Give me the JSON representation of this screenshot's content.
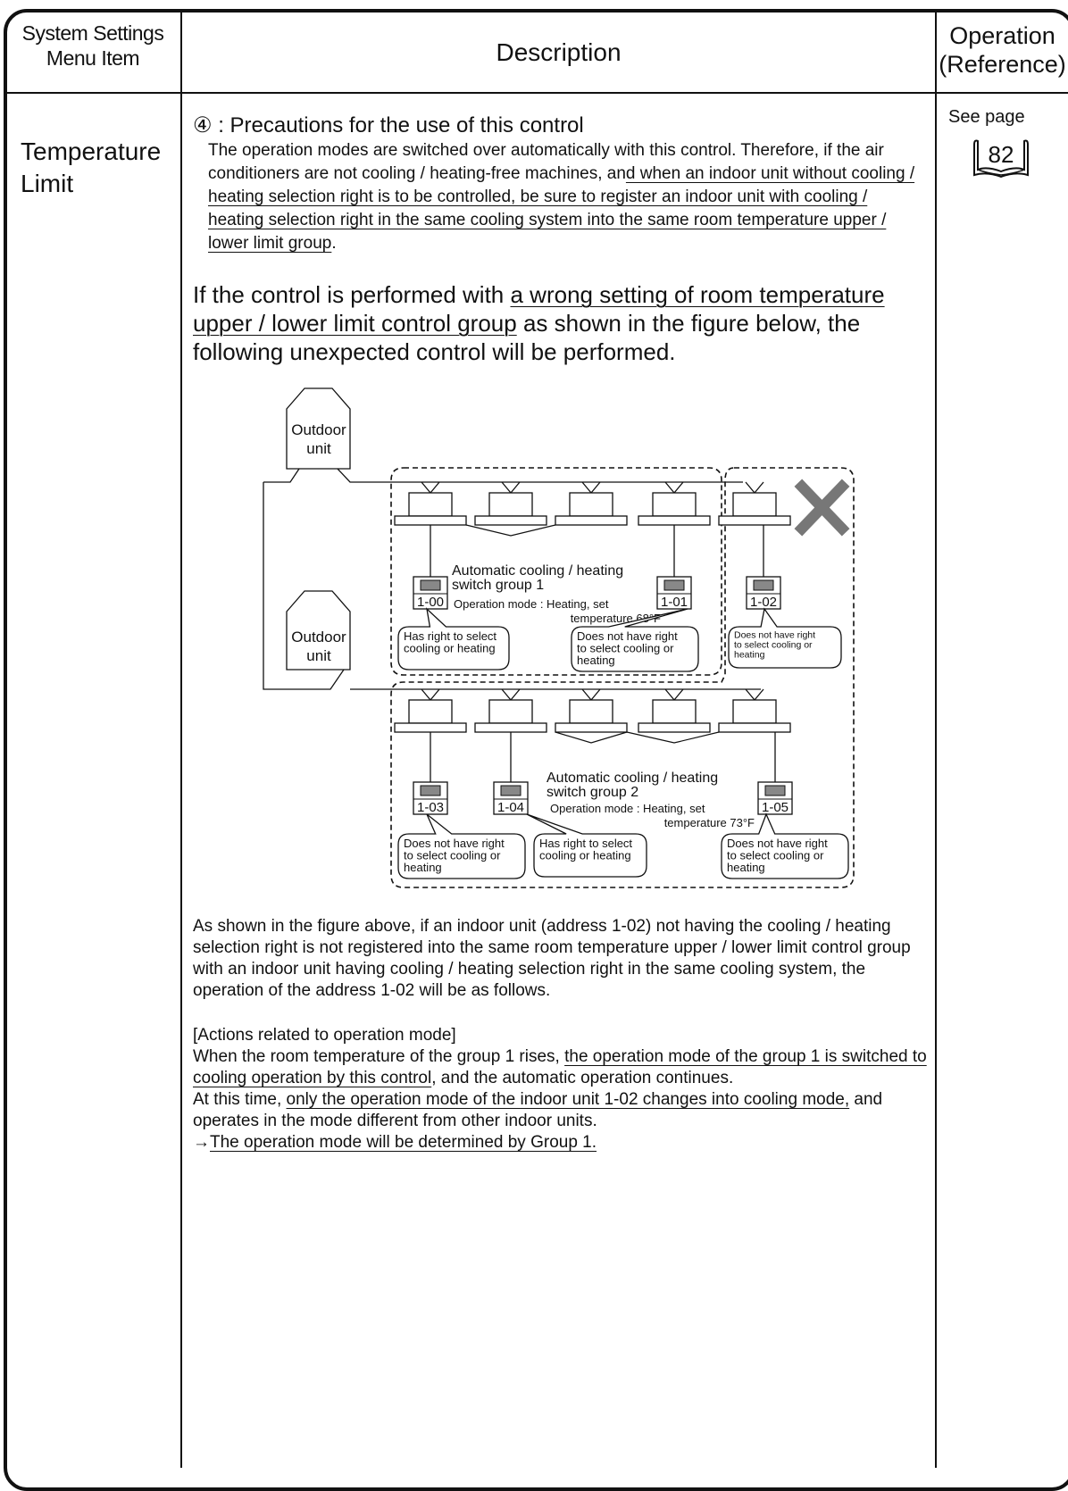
{
  "header": {
    "col1": [
      "System Settings",
      "Menu Item"
    ],
    "col2": "Description",
    "col3": [
      "Operation",
      "(Reference)"
    ]
  },
  "menu_item": [
    "Temperature",
    "Limit"
  ],
  "reference": {
    "label": "See page",
    "page": "82"
  },
  "section": {
    "marker": "④",
    "heading": ": Precautions for the use of this control",
    "para1": {
      "plain": "The operation modes are switched over automatically with this control. Therefore, if the air conditioners are not cooling / heating-free machines, an",
      "underlined": "d when an indoor unit without cooling / heating selection right is to be controlled, be sure to register an indoor unit with cooling / heating selection right in the same cooling system into the same room temperature upper / lower limit group",
      "end": "."
    },
    "big": {
      "pre": "If the control is performed with ",
      "underlined": "a wrong setting of room temperature upper / lower limit control group",
      "post": " as shown in the figure below, the following unexpected control will be performed."
    }
  },
  "figure": {
    "outdoor_unit_1": [
      "Outdoor",
      "unit"
    ],
    "outdoor_unit_2": [
      "Outdoor",
      "unit"
    ],
    "group1": {
      "title": [
        "Automatic cooling / heating",
        "switch group 1"
      ],
      "mode": [
        "Operation mode : Heating, set",
        "temperature 68°F"
      ]
    },
    "group2": {
      "title": [
        "Automatic cooling / heating",
        "switch group 2"
      ],
      "mode": [
        "Operation mode : Heating, set",
        "temperature 73°F"
      ]
    },
    "addresses": [
      "1-00",
      "1-01",
      "1-02",
      "1-03",
      "1-04",
      "1-05"
    ],
    "callouts": {
      "c100": [
        "Has right to select",
        "cooling or heating"
      ],
      "c101": [
        "Does not have right",
        "to select cooling or",
        "heating"
      ],
      "c102": [
        "Does not have right",
        "to select cooling or",
        "heating"
      ],
      "c103": [
        "Does not have right",
        "to select cooling or",
        "heating"
      ],
      "c104": [
        "Has right to select",
        "cooling or heating"
      ],
      "c105": [
        "Does not have right",
        "to select cooling or",
        "heating"
      ]
    }
  },
  "para2": "As shown in the figure above, if an indoor unit (address 1-02) not having the cooling / heating selection right is not registered into the same room temperature upper / lower limit control group with an indoor unit having cooling / heating selection right in the same cooling system, the operation of the address 1-02 will be as follows.",
  "actions": {
    "heading": "[Actions related to operation mode]",
    "l1_pre": "When the room temperature of the group 1 rises, ",
    "l1_u": "the operation mode of the group 1 is switched to cooling operation by this control",
    "l1_post": ", and the automatic operation continues.",
    "l2_pre": "At this time, ",
    "l2_u": "only the operation mode of the indoor unit 1-02 changes into cooling mode,",
    "l2_post": " and operates in the mode different from other indoor units.",
    "arrow": "→",
    "l3_u": "The operation mode will be determined by Group 1."
  }
}
